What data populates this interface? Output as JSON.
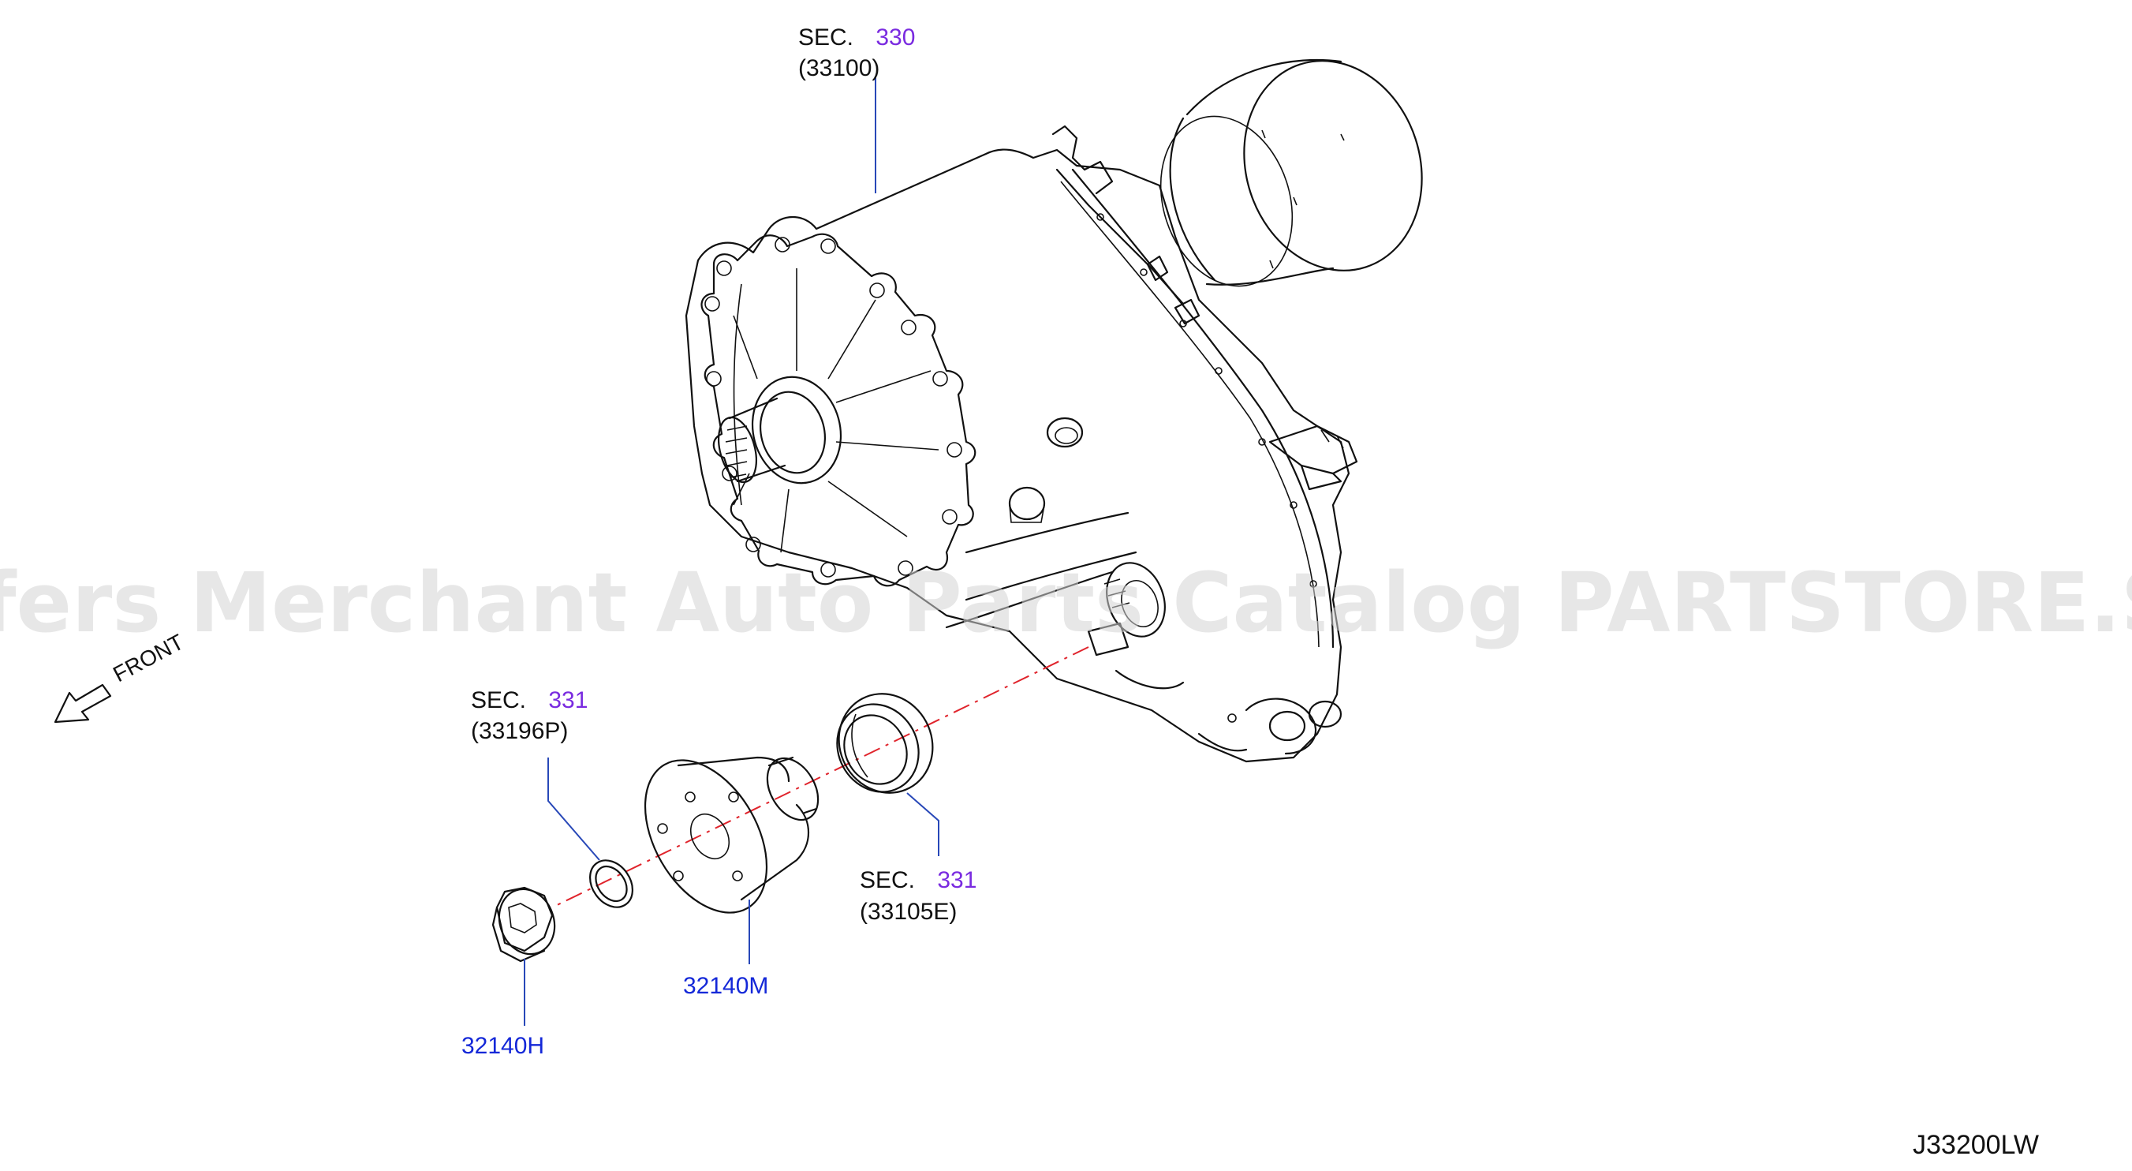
{
  "watermark": "Offers Merchant Auto Parts Catalog PARTSTORE.SA",
  "front_label": "FRONT",
  "diagram_code": "J33200LW",
  "callouts": {
    "sec330": {
      "prefix": "SEC.",
      "number": "330",
      "ref": "(33100)"
    },
    "sec331_seal_ring": {
      "prefix": "SEC.",
      "number": "331",
      "ref": "(33196P)"
    },
    "sec331_oil_seal": {
      "prefix": "SEC.",
      "number": "331",
      "ref": "(33105E)"
    }
  },
  "part_numbers": {
    "flange": "32140M",
    "nut": "32140H"
  },
  "colors": {
    "section_number": "#7a2be0",
    "part_number": "#1428d8",
    "leader_line": "#2848b8",
    "center_axis": "#e0242c",
    "watermark": "#d4d4d4"
  }
}
